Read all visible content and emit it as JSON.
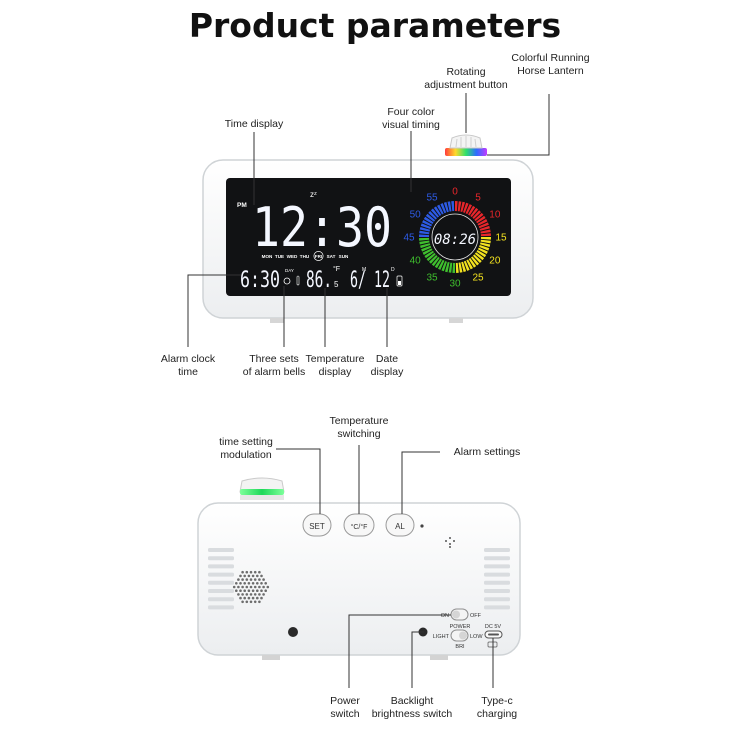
{
  "title": "Product parameters",
  "front": {
    "callouts": {
      "lantern": [
        "Colorful Running",
        "Horse Lantern"
      ],
      "knob": [
        "Rotating",
        "adjustment button"
      ],
      "timing": [
        "Four color",
        "visual timing"
      ],
      "time": [
        "Time display"
      ],
      "alarm_time": [
        "Alarm clock",
        "time"
      ],
      "bells": [
        "Three sets",
        "of alarm bells"
      ],
      "temp": [
        "Temperature",
        "display"
      ],
      "date": [
        "Date",
        "display"
      ]
    },
    "screen": {
      "pm": "PM",
      "time": "12:30",
      "snooze": "zᶻ",
      "weekdays": [
        "MON",
        "TUE",
        "WED",
        "THU",
        "FRI",
        "SAT",
        "SUN"
      ],
      "active_day": "FRI",
      "alarm_time": "6:30",
      "day_tag": "DAY",
      "temperature": "86.",
      "temp_decimal": "5",
      "temp_unit": "°F",
      "date": "6/ 12",
      "month_tag": "M",
      "day_tag2": "D",
      "dial_time": "08:26",
      "dial_numbers": [
        "0",
        "5",
        "10",
        "15",
        "20",
        "25",
        "30",
        "35",
        "40",
        "45",
        "50",
        "55"
      ],
      "colors": {
        "red": "#e8262b",
        "yellow": "#f3e21f",
        "green": "#3fbf2e",
        "blue": "#2d5be6"
      }
    }
  },
  "back": {
    "callouts": {
      "set": [
        "time setting",
        "modulation"
      ],
      "unit": [
        "Temperature",
        "switching"
      ],
      "al": [
        "Alarm settings"
      ],
      "power": [
        "Power",
        "switch"
      ],
      "backlight": [
        "Backlight",
        "brightness switch"
      ],
      "typec": [
        "Type-c",
        "charging"
      ]
    },
    "buttons": {
      "set": "SET",
      "unit": "°C/°F",
      "al": "AL"
    },
    "switches": {
      "on": "ON",
      "off": "OFF",
      "power": "POWER",
      "light": "LIGHT",
      "low": "LOW",
      "bri": "BRI",
      "dc": "DC 5V"
    }
  }
}
